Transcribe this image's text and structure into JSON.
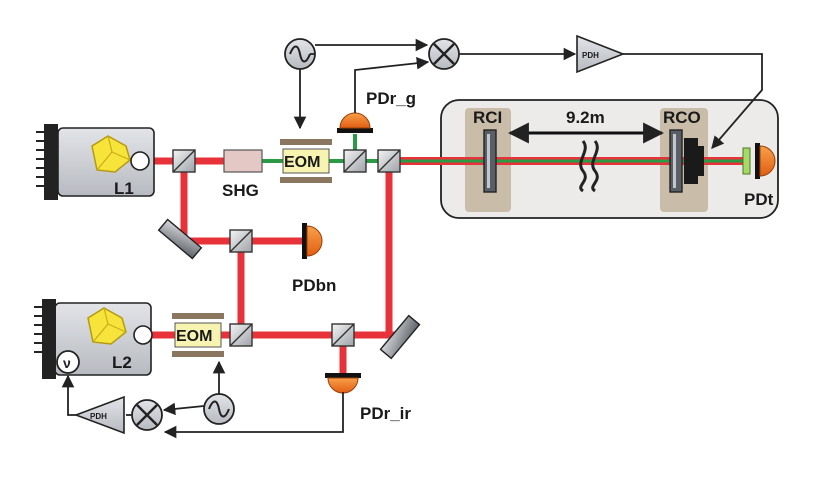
{
  "labels": {
    "laser1": "L1",
    "laser2": "L2",
    "shg": "SHG",
    "eom_upper": "EOM",
    "eom_lower": "EOM",
    "pd_reflect_green": "PDr_g",
    "pd_beatnote": "PDbn",
    "pd_reflect_ir": "PDr_ir",
    "pd_transmit": "PDt",
    "cavity_input_mirror": "RCI",
    "cavity_output_mirror": "RCO",
    "cavity_length": "9.2m",
    "pdh_upper": "PDH",
    "pdh_lower": "PDH",
    "vco_symbol": "ν"
  },
  "icons": {
    "oscillator": "sine-wave-icon",
    "mixer": "mixer-cross-icon",
    "amplifier": "triangle-amplifier-icon",
    "break": "wavy-break-icon"
  },
  "colors": {
    "ir_beam": "#e8323a",
    "green_beam": "#2a9a45",
    "detector": "#f07d1c",
    "crystal": "#f7e43a",
    "eom_fill": "#f7f3b0",
    "eom_plate": "#8b7660",
    "cavity_housing": "#ecebea",
    "mirror_mount": "#c9bca8",
    "laser_housing": "#d2d4d8",
    "wire": "#222222"
  }
}
